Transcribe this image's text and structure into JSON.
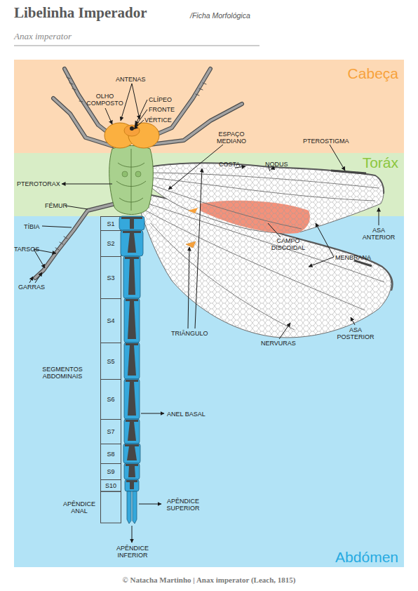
{
  "diagram": {
    "title": "Libelinha Imperador",
    "caption": "© Natacha Martinho | Anax imperator (Leach, 1815)",
    "nodes": [
      {
        "text": [
          "Cabeça"
        ]
      },
      {
        "text": [
          "Toráx"
        ]
      },
      {
        "text": [
          "Abdómen"
        ]
      },
      {
        "text": [
          "S1"
        ],
        "in": 2
      },
      {
        "text": [
          "S2"
        ],
        "in": 2
      },
      {
        "text": [
          "S3"
        ],
        "in": 2
      },
      {
        "text": [
          "S4"
        ],
        "in": 2
      },
      {
        "text": [
          "S5"
        ],
        "in": 2
      },
      {
        "text": [
          "S6"
        ],
        "in": 2
      },
      {
        "text": [
          "S7"
        ],
        "in": 2
      },
      {
        "text": [
          "S8"
        ],
        "in": 2
      },
      {
        "text": [
          "S9"
        ],
        "in": 2
      },
      {
        "text": [
          "S10"
        ],
        "in": 2
      }
    ],
    "labels": [
      "/Ficha Morfológica",
      "Anax imperator",
      "ANTENAS",
      "OLHO COMPOSTO",
      "CLÍPEO",
      "FRONTE",
      "VÉRTICE",
      "ESPAÇO MEDIANO",
      "PTEROSTIGMA",
      "COSTA",
      "NODUS",
      "PTEROTORAX",
      "FÉMUR",
      "TÍBIA",
      "TARSOS",
      "GARRAS",
      "ASA ANTERIOR",
      "CAMPO DISCOIDAL",
      "MENBRANA",
      "TRIÂNGULO",
      "NERVURAS",
      "ASA POSTERIOR",
      "SEGMENTOS ABDOMINAIS",
      "ANEL BASAL",
      "APÊNDICE ANAL",
      "APÊNDICE SUPERIOR",
      "APÊNDICE INFERIOR"
    ]
  }
}
